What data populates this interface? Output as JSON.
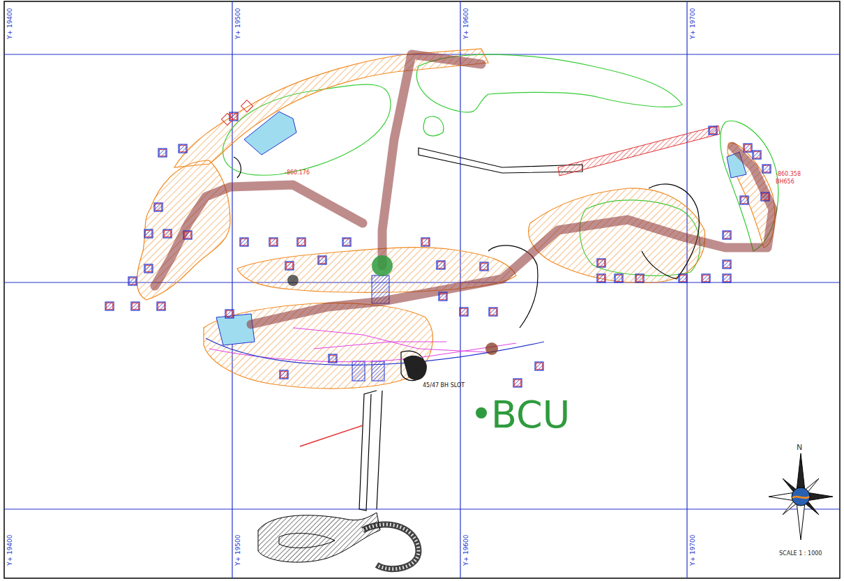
{
  "diagram": {
    "labels": [
      "Y+ 19400",
      "Y+ 19500",
      "Y+ 19600",
      "Y+ 19700",
      "Y+ 19400",
      "Y+ 19500",
      "Y+ 19600",
      "Y+ 19700",
      "-860.176",
      "-860.358",
      "BH656",
      "45/47 BH SLOT",
      "BCU",
      "N",
      "SCALE 1 : 1000"
    ]
  }
}
